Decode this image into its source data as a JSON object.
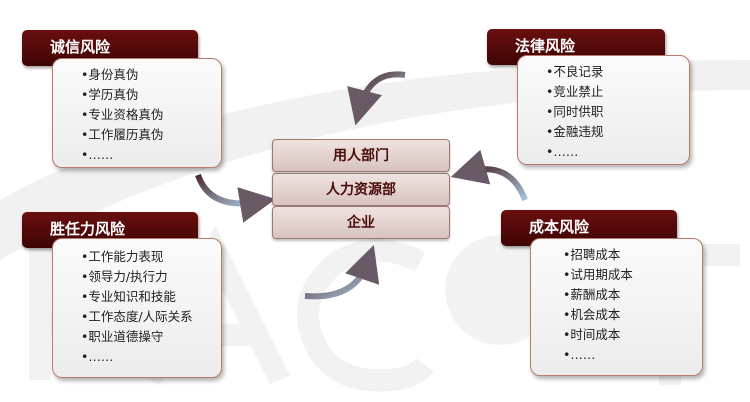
{
  "quadrants": [
    {
      "title": "诚信风险",
      "items": [
        "身份真伪",
        "学历真伪",
        "专业资格真伪",
        "工作履历真伪",
        "……"
      ]
    },
    {
      "title": "法律风险",
      "items": [
        "不良记录",
        "竞业禁止",
        "同时供职",
        "金融违规",
        "……"
      ]
    },
    {
      "title": "胜任力风险",
      "items": [
        "工作能力表现",
        "领导力/执行力",
        "专业知识和技能",
        "工作态度/人际关系",
        "职业道德操守",
        "……"
      ]
    },
    {
      "title": "成本风险",
      "items": [
        "招聘成本",
        "试用期成本",
        "薪酬成本",
        "机会成本",
        "时间成本",
        "……"
      ]
    }
  ],
  "center": {
    "layers": [
      "用人部门",
      "人力资源部",
      "企业"
    ]
  },
  "watermark": {
    "text": "PACT"
  },
  "colors": {
    "header": "#4e0808",
    "border": "#b87a6a",
    "text": "#4a0c0c"
  }
}
